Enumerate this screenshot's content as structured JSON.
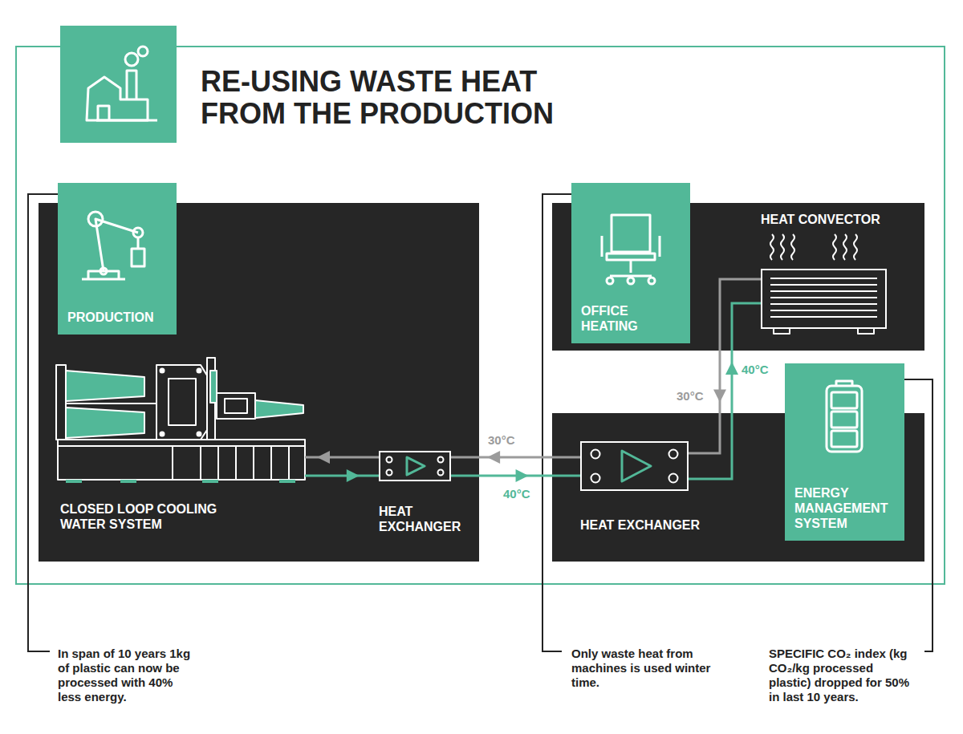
{
  "diagram": {
    "title": "RE-USING WASTE HEAT FROM THE PRODUCTION",
    "nodes": [
      {
        "text": [
          "PRODUCTION"
        ]
      },
      {
        "text": [
          "CLOSED LOOP COOLING WATER SYSTEM"
        ]
      },
      {
        "text": [
          "HEAT EXCHANGER"
        ]
      },
      {
        "text": [
          "OFFICE HEATING"
        ]
      },
      {
        "text": [
          "HEAT CONVECTOR"
        ]
      },
      {
        "text": [
          "HEAT EXCHANGER"
        ]
      },
      {
        "text": [
          "ENERGY MANAGEMENT SYSTEM"
        ]
      }
    ],
    "edges": [
      {
        "from": 1,
        "to": 2,
        "arrow": "to"
      },
      {
        "from": 2,
        "to": 1,
        "arrow": "to"
      },
      {
        "from": 2,
        "to": 5,
        "label": "40°C",
        "arrow": "to"
      },
      {
        "from": 5,
        "to": 2,
        "label": "30°C",
        "arrow": "to"
      },
      {
        "from": 5,
        "to": 4,
        "label": "40°C",
        "arrow": "to"
      },
      {
        "from": 4,
        "to": 5,
        "label": "30°C",
        "arrow": "to"
      }
    ],
    "labels": [
      "In span of 10 years 1kg of plastic can now be processed with 40% less energy.",
      "Only waste heat from machines is used winter time.",
      "SPECIFIC CO₂ index (kg CO₂/kg processed plastic) dropped for 50% in last 10 years."
    ]
  }
}
